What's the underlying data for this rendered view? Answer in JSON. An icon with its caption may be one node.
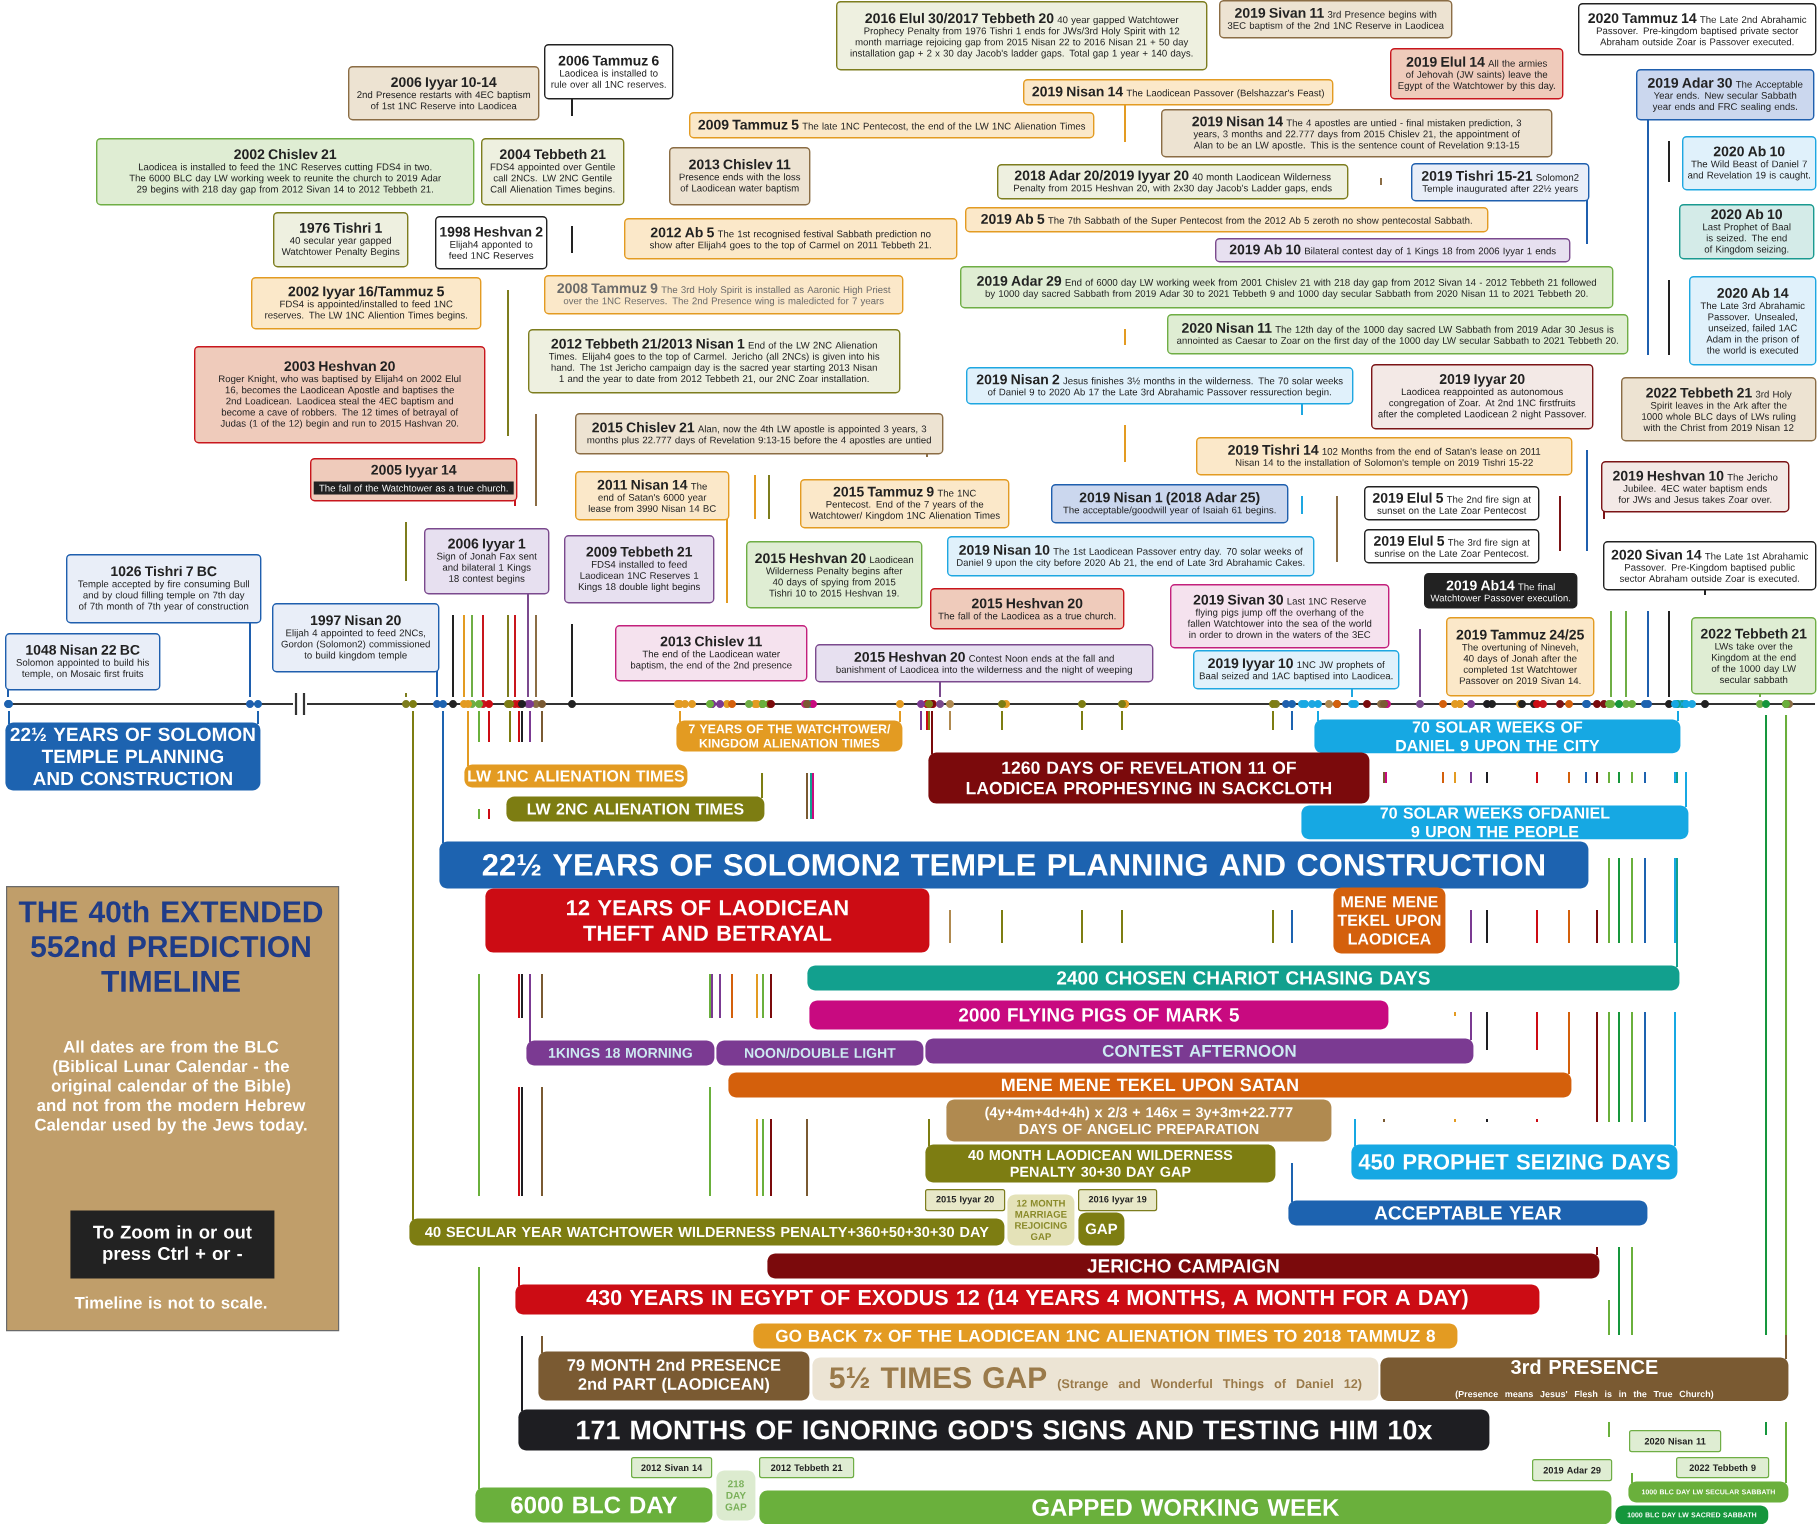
{
  "diagram": {
    "title": "THE 40th EXTENDED 552nd PREDICTION TIMELINE",
    "nodes": [
      {
        "text": [
          "2016 Elul 30/2017 Tebbeth 20",
          "40 year gapped Watchtower Prophecy Penalty from 1976 Tishri 1 ends for JWs/3rd Holy Spirit with 12 month marriage rejoicing gap from 2015 Nisan 22 to 2016 Nisan 21 + 50 day installation gap + 2 x 30 day Jacob's ladder gaps. Total gap 1 year + 140 days."
        ]
      },
      {
        "text": [
          "2019 Sivan 11",
          "3rd Presence begins with 3EC baptism of the 2nd 1NC Reserve in Laodicea"
        ]
      },
      {
        "text": [
          "2020 Tammuz 14",
          "The Late 2nd Abrahamic Passover. Pre-kingdom baptised private sector Abraham outside Zoar is Passover executed."
        ]
      },
      {
        "text": [
          "2006 Tammuz 6",
          "Laodicea is installed to rule over all 1NC reserves."
        ]
      },
      {
        "text": [
          "2006 Iyyar 10-14",
          "2nd Presence restarts with 4EC baptism of 1st 1NC Reserve into Laodicea"
        ]
      },
      {
        "text": [
          "2019 Elul 14",
          "All the armies of Jehovah (JW saints) leave the Egypt of the Watchtower by this day."
        ]
      },
      {
        "text": [
          "2019 Nisan 14",
          "The Laodicean Passover (Belshazzar's Feast)"
        ]
      },
      {
        "text": [
          "2019 Adar 30",
          "The Acceptable Year ends. New secular Sabbath year ends and FRC sealing ends."
        ]
      },
      {
        "text": [
          "2009 Tammuz 5",
          "The late 1NC Pentecost, the end of the LW 1NC Alienation Times"
        ]
      },
      {
        "text": [
          "2019 Nisan 14",
          "The 4 apostles are untied - final mistaken prediction, 3 years, 3 months and 22.777 days from 2015 Chislev 21, the appointment of Alan to be an LW apostle. This is the sentence count of Revelation 9:13-15"
        ]
      },
      {
        "text": [
          "2002 Chislev 21",
          "Laodicea is installed to feed the 1NC Reserves cutting FDS4 in two. The 6000 BLC day LW working week to reunite the church to 2019 Adar 29 begins with 218 day gap from 2012 Sivan 14 to 2012 Tebbeth 21."
        ]
      },
      {
        "text": [
          "2004 Tebbeth 21",
          "FDS4 appointed over Gentile call 2NCs. LW 2NC Gentile Call Alienation Times begins."
        ]
      },
      {
        "text": [
          "2013 Chislev 11",
          "Presence ends with the loss of Laodicean water baptism"
        ]
      },
      {
        "text": [
          "2020 Ab 10",
          "The Wild Beast of Daniel 7 and Revelation 19 is caught."
        ]
      },
      {
        "text": [
          "2018 Adar 20/2019 Iyyar 20",
          "40 month Laodicean Wilderness Penalty from 2015 Heshvan 20, with 2x30 day Jacob's Ladder gaps, ends"
        ]
      },
      {
        "text": [
          "2019 Tishri 15-21",
          "Solomon2 Temple inaugurated after 22½ years"
        ]
      },
      {
        "text": [
          "1976 Tishri 1",
          "40 secular year gapped Watchtower Penalty Begins"
        ]
      },
      {
        "text": [
          "1998 Heshvan 2",
          "Elijah4 apponted to feed 1NC Reserves"
        ]
      },
      {
        "text": [
          "2019 Ab 5",
          "The 7th Sabbath of the Super Pentecost from the 2012 Ab 5 zeroth no show pentecostal Sabbath."
        ]
      },
      {
        "text": [
          "2012 Ab 5",
          "The 1st recognised festival Sabbath prediction no show after Elijah4 goes to the top of Carmel on 2011 Tebbeth 21."
        ]
      },
      {
        "text": [
          "2020 Ab 10",
          "Last Prophet of Baal is seized. The end of Kingdom seizing."
        ]
      },
      {
        "text": [
          "2019 Ab 10",
          "Bilateral contest day of 1 Kings 18 from 2006 Iyyar 1 ends"
        ]
      },
      {
        "text": [
          "2002 Iyyar 16/Tammuz 5",
          "FDS4 is appointed/installed to feed 1NC reserves. The LW 1NC Aliention Times begins."
        ]
      },
      {
        "text": [
          "2008 Tammuz 9",
          "The 3rd Holy Spirit is installed as Aaronic High Priest over the 1NC Reserves. The 2nd Presence wing is maledicted for 7 years"
        ]
      },
      {
        "text": [
          "2019 Adar 29",
          "End of 6000 day LW working week from 2001 Chislev 21 with 218 day gap from 2012 Sivan 14 - 2012 Tebbeth 21 followed by 1000 day sacred Sabbath from 2019 Adar 30 to 2021 Tebbeth 9 and 1000 day secular Sabbath from 2020 Nisan 11 to 2021 Tebbeth 20."
        ]
      },
      {
        "text": [
          "2020 Ab 14",
          "The Late 3rd Abrahamic Passover. Unsealed, unseized, failed 1AC Adam in the prison of the world is executed"
        ]
      },
      {
        "text": [
          "2020 Nisan 11",
          "The 12th day of the 1000 day sacred LW Sabbath from 2019 Adar 30 Jesus is annointed as Caesar to Zoar on the first day of the 1000 day LW secular Sabbath to 2021 Tebbeth 20."
        ]
      },
      {
        "text": [
          "2012 Tebbeth 21/2013 Nisan 1",
          "End of the LW 2NC Alienation Times. Elijah4 goes to the top of Carmel. Jericho (all 2NCs) is given into his hand. The 1st Jericho campaign day is the sacred year starting 2013 Nisan 1 and the year to date from 2012 Tebbeth 21, our 2NC Zoar installation."
        ]
      },
      {
        "text": [
          "2003 Heshvan 20",
          "Roger Knight, who was baptised by Elijah4 on 2002 Elul 16, becomes the Laodicean Apostle and baptises the 2nd Loadicean. Laodicea steal the 4EC baptism and become a cave of robbers. The 12 times of betrayal of Judas (1 of the 12) begin and run to 2015 Hashvan 20."
        ]
      },
      {
        "text": [
          "2019 Nisan 2",
          "Jesus finishes 3½ months in the wilderness. The 70 solar weeks of Daniel 9 to 2020 Ab 17 the Late 3rd Abrahamic Passover ressurection begin."
        ]
      },
      {
        "text": [
          "2019 Iyyar 20",
          "Laodicea reappointed as autonomous congregation of Zoar. At 2nd 1NC firstfruits after the completed Laodicean 2 night Passover."
        ]
      },
      {
        "text": [
          "2022 Tebbeth 21",
          "3rd Holy Spirit leaves in the Ark after the 1000 whole BLC days of LWs ruling with the Christ from 2019 Nisan 12"
        ]
      },
      {
        "text": [
          "2015 Chislev 21",
          "Alan, now the 4th LW apostle is appointed 3 years, 3 months plus 22.777 days of Revelation 9:13-15 before the 4 apostles are untied"
        ]
      },
      {
        "text": [
          "2019 Tishri 14",
          "102 Months from the end of Satan's lease on 2011 Nisan 14 to the installation of Solomon's temple on 2019 Tishri 15-22"
        ]
      },
      {
        "text": [
          "2005 Iyyar 14",
          "The fall of the Watchtower as a true church."
        ]
      },
      {
        "text": [
          "2011 Nisan 14",
          "The end of Satan's 6000 year lease from 3990 Nisan 14 BC"
        ]
      },
      {
        "text": [
          "2015 Tammuz 9",
          "The 1NC Pentecost. End of the 7 years of the Watchtower/ Kingdom 1NC Alienation Times"
        ]
      },
      {
        "text": [
          "2019 Nisan 1 (2018 Adar 25)",
          "The acceptable/goodwill year of Isaiah 61 begins."
        ]
      },
      {
        "text": [
          "2019 Heshvan 10",
          "The Jericho Jubilee. 4EC water baptism ends for JWs and Jesus takes Zoar over."
        ]
      },
      {
        "text": [
          "2019 Elul 5",
          "The 2nd fire sign at sunset on the Late Zoar Pentecost"
        ]
      },
      {
        "text": [
          "2019 Elul 5",
          "The 3rd fire sign at sunrise on the Late Zoar Pentecost."
        ]
      },
      {
        "text": [
          "1026 Tishri 7 BC",
          "Temple accepted by fire consuming Bull and by cloud filling temple on 7th day of 7th month of 7th year of construction"
        ]
      },
      {
        "text": [
          "2006 Iyyar 1",
          "Sign of Jonah Fax sent and bilateral 1 Kings 18 contest begins"
        ]
      },
      {
        "text": [
          "2009 Tebbeth 21",
          "FDS4 installed to feed Laodicean 1NC Reserves 1 Kings 18 double light begins"
        ]
      },
      {
        "text": [
          "2015 Heshvan 20",
          "Laodicean Wilderness Penalty begins after 40 days of spying from 2015 Tishri 10 to 2015 Heshvan 19."
        ]
      },
      {
        "text": [
          "2019 Nisan 10",
          "The 1st Laodicean Passover entry day. 70 solar weeks of Daniel 9 upon the city before 2020 Ab 21, the end of Late 3rd Abrahamic Cakes."
        ]
      },
      {
        "text": [
          "2020 Sivan 14",
          "The Late 1st Abrahamic Passover. Pre-Kingdom baptised public sector Abraham outside Zoar is executed."
        ]
      },
      {
        "text": [
          "2019 Ab14",
          "The final Watchtower Passover execution."
        ]
      },
      {
        "text": [
          "2015 Heshvan 20",
          "The fall of the Laodicea as a true church."
        ]
      },
      {
        "text": [
          "2019 Sivan 30",
          "Last 1NC Reserve flying pigs jump off the overhang of the fallen Watchtower into the sea of the world in order to drown in the waters of the 3EC"
        ]
      },
      {
        "text": [
          "1997 Nisan 20",
          "Elijah 4 appointed to feed 2NCs, Gordon (Solomon2) commissioned to build kingdom temple"
        ]
      },
      {
        "text": [
          "2013 Chislev 11",
          "The end of the Laodicean water baptism, the end of the 2nd presence"
        ]
      },
      {
        "text": [
          "1048 Nisan 22 BC",
          "Solomon appointed to build his temple, on Mosaic first fruits"
        ]
      },
      {
        "text": [
          "2015 Heshvan 20",
          "Contest Noon ends at the fall and banishment of Laodicea into the wilderness and the night of weeping"
        ]
      },
      {
        "text": [
          "2019 Iyyar 10",
          "1NC JW prophets of Baal seized and 1AC baptised into Laodicea."
        ]
      },
      {
        "text": [
          "2019 Tammuz 24/25",
          "The overtuning of Nineveh, 40 days of Jonah after the completed 1st Watchtower Passover on 2019 Sivan 14."
        ]
      },
      {
        "text": [
          "2022 Tebbeth 21",
          "LWs take over the Kingdom at the end of the 1000 day LW secular sabbath"
        ]
      },
      {
        "text": [
          "22½ YEARS OF SOLOMON TEMPLE PLANNING AND CONSTRUCTION"
        ]
      },
      {
        "text": [
          "7 YEARS OF THE WATCHTOWER/ KINGDOM ALIENATION TIMES"
        ]
      },
      {
        "text": [
          "70 SOLAR WEEKS OF DANIEL 9 UPON THE CITY"
        ]
      },
      {
        "text": [
          "LW 1NC ALIENATION TIMES"
        ]
      },
      {
        "text": [
          "1260 DAYS OF REVELATION 11 OF LAODICEA PROPHESYING IN SACKCLOTH"
        ]
      },
      {
        "text": [
          "LW 2NC ALIENATION TIMES"
        ]
      },
      {
        "text": [
          "70 SOLAR WEEKS OFDANIEL 9 UPON THE PEOPLE"
        ]
      },
      {
        "text": [
          "22½ YEARS OF SOLOMON2 TEMPLE PLANNING AND CONSTRUCTION"
        ]
      },
      {
        "text": [
          "12 YEARS OF LAODICEAN THEFT AND BETRAYAL"
        ]
      },
      {
        "text": [
          "MENE MENE TEKEL UPON LAODICEA"
        ]
      },
      {
        "text": [
          "2400 CHOSEN CHARIOT CHASING DAYS"
        ]
      },
      {
        "text": [
          "2000 FLYING PIGS OF MARK 5"
        ]
      },
      {
        "text": [
          "1KINGS 18 MORNING"
        ]
      },
      {
        "text": [
          "NOON/DOUBLE LIGHT"
        ]
      },
      {
        "text": [
          "CONTEST AFTERNOON"
        ]
      },
      {
        "text": [
          "MENE MENE TEKEL UPON SATAN"
        ]
      },
      {
        "text": [
          "(4y+4m+4d+4h) x 2/3 + 146x = 3y+3m+22.777 DAYS OF ANGELIC PREPARATION"
        ]
      },
      {
        "text": [
          "40 MONTH LAODICEAN WILDERNESS PENALTY 30+30 DAY GAP"
        ]
      },
      {
        "text": [
          "450 PROPHET SEIZING DAYS"
        ]
      },
      {
        "text": [
          "2015 Iyyar 20"
        ]
      },
      {
        "text": [
          "12 MONTH MARRIAGE REJOICING GAP"
        ]
      },
      {
        "text": [
          "2016 Iyyar 19"
        ]
      },
      {
        "text": [
          "ACCEPTABLE YEAR"
        ]
      },
      {
        "text": [
          "40 SECULAR YEAR WATCHTOWER WILDERNESS PENALTY+360+50+30+30 DAY"
        ]
      },
      {
        "text": [
          "GAP"
        ]
      },
      {
        "text": [
          "JERICHO CAMPAIGN"
        ]
      },
      {
        "text": [
          "430 YEARS IN EGYPT OF EXODUS 12 (14 YEARS 4 MONTHS, A MONTH FOR A DAY)"
        ]
      },
      {
        "text": [
          "GO BACK 7x OF THE LAODICEAN 1NC ALIENATION TIMES TO 2018 TAMMUZ 8"
        ]
      },
      {
        "text": [
          "79 MONTH 2nd PRESENCE 2nd PART (LAODICEAN)"
        ]
      },
      {
        "text": [
          "5½ TIMES GAP",
          "(Strange and Wonderful Things of Daniel 12)"
        ]
      },
      {
        "text": [
          "3rd PRESENCE",
          "(Presence means Jesus' Flesh is in the True Church)"
        ]
      },
      {
        "text": [
          "171 MONTHS OF IGNORING GOD'S SIGNS AND TESTING HIM 10x"
        ]
      },
      {
        "text": [
          "2020 Nisan 11"
        ]
      },
      {
        "text": [
          "2012 Sivan 14"
        ]
      },
      {
        "text": [
          "2012 Tebbeth 21"
        ]
      },
      {
        "text": [
          "2019 Adar 29"
        ]
      },
      {
        "text": [
          "2022 Tebbeth 9"
        ]
      },
      {
        "text": [
          "218 DAY GAP"
        ]
      },
      {
        "text": [
          "1000 BLC DAY LW SECULAR SABBATH"
        ]
      },
      {
        "text": [
          "6000 BLC DAY"
        ]
      },
      {
        "text": [
          "GAPPED WORKING WEEK"
        ]
      },
      {
        "text": [
          "1000 BLC DAY LW SACRED SABBATH"
        ]
      },
      {
        "text": [
          "All dates are from the BLC (Biblical Lunar Calendar - the original calendar of the Bible) and not from the modern Hebrew Calendar used by the Jews today.",
          "Timeline is not to scale."
        ]
      },
      {
        "text": [
          "To Zoom in or out press Ctrl + or -"
        ],
        "in": 99
      }
    ]
  }
}
